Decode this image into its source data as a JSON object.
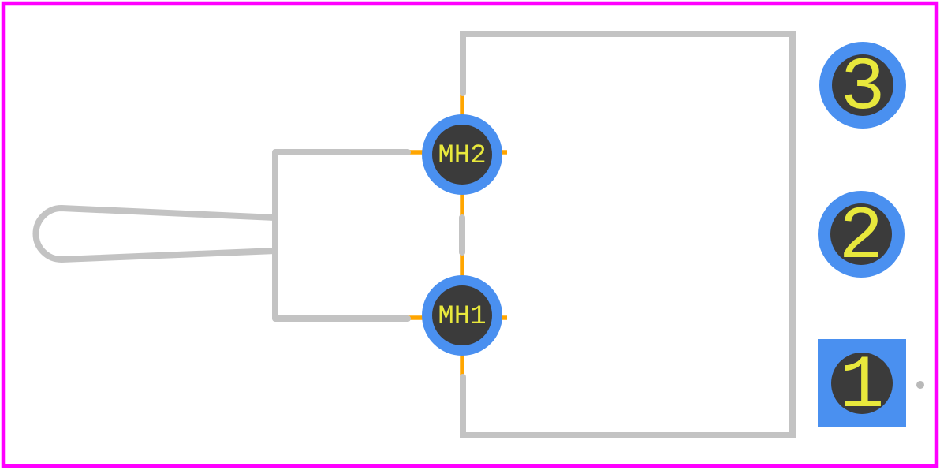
{
  "mounting_holes": [
    {
      "label": "MH2"
    },
    {
      "label": "MH1"
    }
  ],
  "pins": [
    {
      "label": "3"
    },
    {
      "label": "2"
    },
    {
      "label": "1"
    }
  ],
  "colors": {
    "background": "#ffffff",
    "frame": "#ff00ff",
    "pad": "#4a90f0",
    "hole": "#3b3b3b",
    "label": "#e8e83c",
    "silkscreen": "#c3c3c3",
    "pin_line": "#ffa500",
    "pin1_marker": "#b9b9b9"
  }
}
